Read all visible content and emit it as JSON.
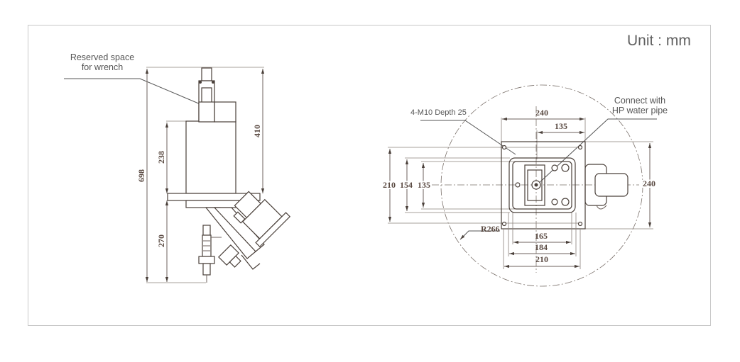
{
  "unit_label": "Unit : mm",
  "side_view": {
    "annotations": {
      "wrench": [
        "Reserved space",
        "for wrench"
      ]
    },
    "dimensions": {
      "overall_height": "698",
      "body_height": "238",
      "top_height": "410",
      "lower_height": "270"
    }
  },
  "top_view": {
    "annotations": {
      "mount_holes": "4-M10 Depth 25",
      "water_pipe": [
        "Connect with",
        "HP water pipe"
      ]
    },
    "dimensions": {
      "top_width_outer": "240",
      "top_width_inner": "135",
      "left_outer": "210",
      "left_mid": "154",
      "left_inner": "135",
      "right_height": "240",
      "radius": "R266",
      "bottom_inner": "165",
      "bottom_mid": "184",
      "bottom_outer": "210"
    }
  },
  "colors": {
    "frame_border": "#c8c8c8",
    "line": "#6e625c",
    "text": "#555555",
    "dimension_text": "#5a4a42"
  }
}
